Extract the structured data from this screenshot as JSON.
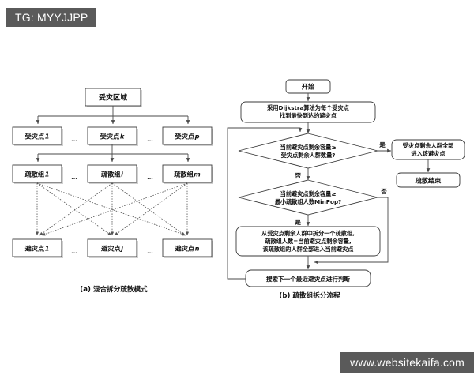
{
  "watermarks": {
    "top_badge": "TG: MYYJJPP",
    "bottom_badge": "www.websitekaifa.com"
  },
  "figure": {
    "panel_a": {
      "caption": "(a) 混合拆分疏散模式",
      "ellipsis": "...",
      "level1": [
        {
          "label": "受灾区域"
        }
      ],
      "level2": [
        {
          "label": "受灾点",
          "sub": "1"
        },
        {
          "label": "受灾点",
          "sub": "k"
        },
        {
          "label": "受灾点",
          "sub": "p"
        }
      ],
      "level3": [
        {
          "label": "疏散组",
          "sub": "1"
        },
        {
          "label": "疏散组",
          "sub": "i"
        },
        {
          "label": "疏散组",
          "sub": "m"
        }
      ],
      "level4": [
        {
          "label": "避灾点",
          "sub": "1"
        },
        {
          "label": "避灾点",
          "sub": "j"
        },
        {
          "label": "避灾点",
          "sub": "n"
        }
      ]
    },
    "panel_b": {
      "caption": "(b) 疏散组拆分流程",
      "start": "开始",
      "step_dijkstra": [
        "采用Dijkstra算法为每个受灾点",
        "找到最快到达的避灾点"
      ],
      "decision1": [
        "当前避灾点剩余容量≥",
        "受灾点剩余人群数量?"
      ],
      "decision2": [
        "当前避灾点剩余容量≥",
        "最小疏散组人数MinPop?"
      ],
      "branch_yes": "是",
      "branch_no": "否",
      "box_all_enter": [
        "受灾点剩余人群全部",
        "进入该避灾点"
      ],
      "box_end": "疏散结束",
      "box_split": [
        "从受灾点剩余人群中拆分一个疏散组,",
        "疏散组人数=当前避灾点剩余容量,",
        "该疏散组的人群全部进入当前避灾点"
      ],
      "box_next": "搜索下一个最近避灾点进行判断"
    }
  }
}
